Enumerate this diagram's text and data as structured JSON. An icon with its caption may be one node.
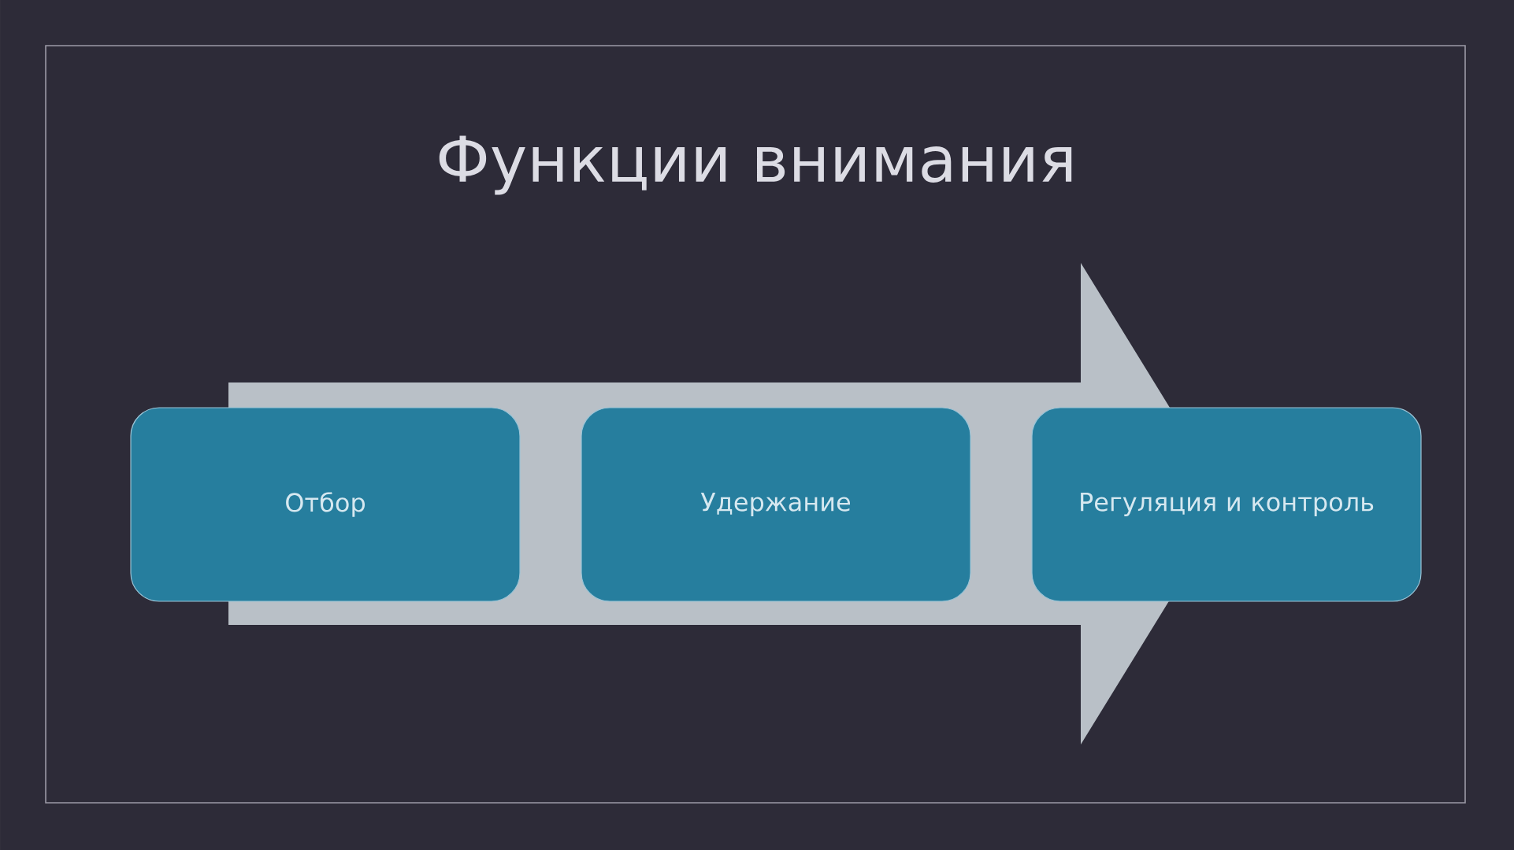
{
  "diagram": {
    "title": "Функции внимания",
    "nodes": [
      {
        "text": [
          "Отбор"
        ]
      },
      {
        "text": [
          "Удержание"
        ]
      },
      {
        "text": [
          "Регуляция и контроль"
        ]
      }
    ]
  }
}
